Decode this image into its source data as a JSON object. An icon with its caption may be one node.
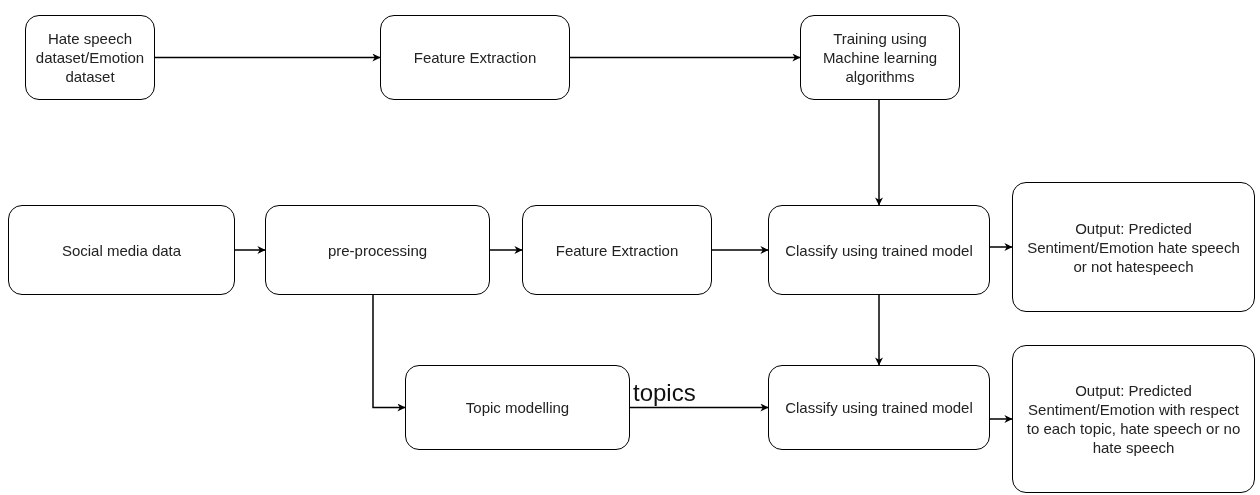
{
  "diagram": {
    "nodes": [
      {
        "text": [
          "Hate speech dataset/Emotion dataset"
        ]
      },
      {
        "text": [
          "Feature Extraction"
        ]
      },
      {
        "text": [
          "Training using Machine learning algorithms"
        ]
      },
      {
        "text": [
          "Social media data"
        ]
      },
      {
        "text": [
          "pre-processing"
        ]
      },
      {
        "text": [
          "Feature Extraction"
        ]
      },
      {
        "text": [
          "Classify using trained model"
        ]
      },
      {
        "text": [
          "Output: Predicted Sentiment/Emotion hate speech or not hatespeech"
        ]
      },
      {
        "text": [
          "Topic modelling"
        ]
      },
      {
        "text": [
          "Classify using trained model"
        ]
      },
      {
        "text": [
          "Output: Predicted Sentiment/Emotion with respect to each topic, hate speech or no hate speech"
        ]
      }
    ],
    "edges": [
      {
        "from": 0,
        "to": 1,
        "arrow": "to"
      },
      {
        "from": 1,
        "to": 2,
        "arrow": "to"
      },
      {
        "from": 2,
        "to": 6,
        "arrow": "to"
      },
      {
        "from": 3,
        "to": 4,
        "arrow": "to"
      },
      {
        "from": 4,
        "to": 5,
        "arrow": "to"
      },
      {
        "from": 5,
        "to": 6,
        "arrow": "to"
      },
      {
        "from": 6,
        "to": 7,
        "arrow": "to"
      },
      {
        "from": 6,
        "to": 9,
        "arrow": "to"
      },
      {
        "from": 4,
        "to": 8,
        "arrow": "to"
      },
      {
        "from": 8,
        "to": 9,
        "label": "topics",
        "arrow": "to"
      },
      {
        "from": 9,
        "to": 10,
        "arrow": "to"
      }
    ]
  }
}
